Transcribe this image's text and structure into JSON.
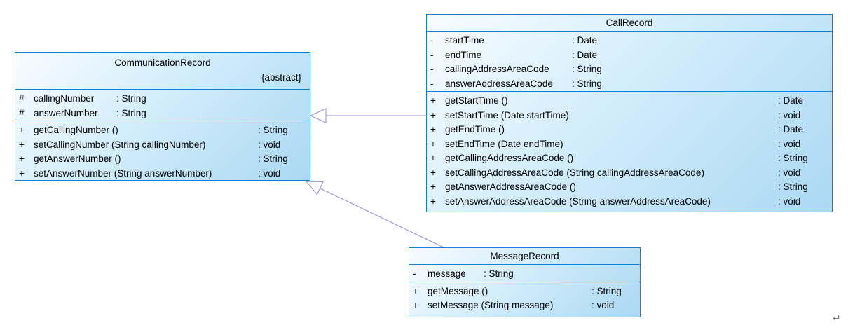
{
  "colors": {
    "box_border": "#1580d2",
    "box_fill_light": "#f8fcff",
    "box_fill_dark": "#aad8f3",
    "connector": "#9191d6",
    "text": "#000000"
  },
  "page": {
    "return_mark": "↵"
  },
  "relations": [
    {
      "type": "generalization",
      "from": "CallRecord",
      "to": "CommunicationRecord"
    },
    {
      "type": "generalization",
      "from": "MessageRecord",
      "to": "CommunicationRecord"
    }
  ],
  "classes": {
    "comm": {
      "name": "CommunicationRecord",
      "stereotype": "{abstract}",
      "attrs": [
        {
          "vis": "#",
          "name": "callingNumber",
          "type": ": String"
        },
        {
          "vis": "#",
          "name": "answerNumber",
          "type": ": String"
        }
      ],
      "methods": [
        {
          "vis": "+",
          "sig": "getCallingNumber ()",
          "ret": ": String"
        },
        {
          "vis": "+",
          "sig": "setCallingNumber (String callingNumber)",
          "ret": ": void"
        },
        {
          "vis": "+",
          "sig": "getAnswerNumber ()",
          "ret": ": String"
        },
        {
          "vis": "+",
          "sig": "setAnswerNumber (String answerNumber)",
          "ret": ": void"
        }
      ]
    },
    "call": {
      "name": "CallRecord",
      "attrs": [
        {
          "vis": "-",
          "name": "startTime",
          "type": ": Date"
        },
        {
          "vis": "-",
          "name": "endTime",
          "type": ": Date"
        },
        {
          "vis": "-",
          "name": "callingAddressAreaCode",
          "type": ": String"
        },
        {
          "vis": "-",
          "name": "answerAddressAreaCode",
          "type": ": String"
        }
      ],
      "methods": [
        {
          "vis": "+",
          "sig": "getStartTime ()",
          "ret": ": Date"
        },
        {
          "vis": "+",
          "sig": "setStartTime (Date startTime)",
          "ret": ": void"
        },
        {
          "vis": "+",
          "sig": "getEndTime ()",
          "ret": ": Date"
        },
        {
          "vis": "+",
          "sig": "setEndTime (Date endTime)",
          "ret": ": void"
        },
        {
          "vis": "+",
          "sig": "getCallingAddressAreaCode ()",
          "ret": ": String"
        },
        {
          "vis": "+",
          "sig": "setCallingAddressAreaCode (String callingAddressAreaCode)",
          "ret": ": void"
        },
        {
          "vis": "+",
          "sig": "getAnswerAddressAreaCode ()",
          "ret": ": String"
        },
        {
          "vis": "+",
          "sig": "setAnswerAddressAreaCode (String answerAddressAreaCode)",
          "ret": ": void"
        }
      ]
    },
    "msg": {
      "name": "MessageRecord",
      "attrs": [
        {
          "vis": "-",
          "name": "message",
          "type": ": String"
        }
      ],
      "methods": [
        {
          "vis": "+",
          "sig": "getMessage ()",
          "ret": ": String"
        },
        {
          "vis": "+",
          "sig": "setMessage (String message)",
          "ret": ": void"
        }
      ]
    }
  }
}
